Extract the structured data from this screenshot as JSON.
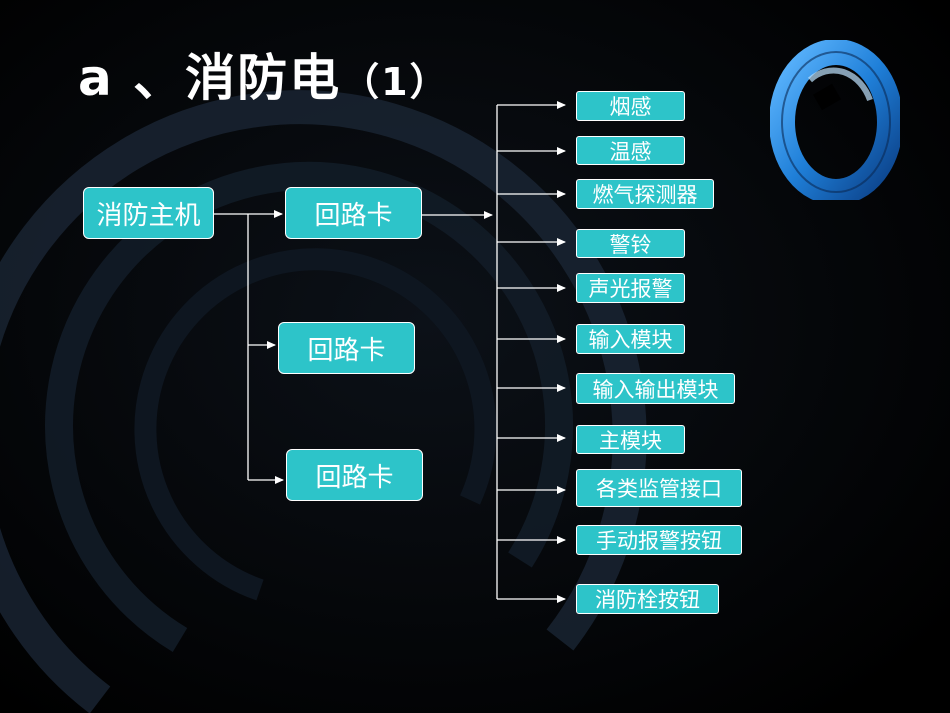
{
  "title": {
    "main": "a 、消防电",
    "paren": "（1）"
  },
  "host": {
    "label": "消防主机"
  },
  "loop_cards": [
    {
      "label": "回路卡"
    },
    {
      "label": "回路卡"
    },
    {
      "label": "回路卡"
    }
  ],
  "devices": [
    {
      "label": "烟感"
    },
    {
      "label": "温感"
    },
    {
      "label": "燃气探测器"
    },
    {
      "label": "警铃"
    },
    {
      "label": "声光报警"
    },
    {
      "label": "输入模块"
    },
    {
      "label": "输入输出模块"
    },
    {
      "label": "主模块"
    },
    {
      "label": "各类监管接口"
    },
    {
      "label": "手动报警按钮"
    },
    {
      "label": "消防栓按钮"
    }
  ],
  "colors": {
    "box": "#2dc4c9",
    "line": "#ffffff",
    "logo": "#1f7fd8"
  },
  "logo_icon": "ring-logo-icon"
}
